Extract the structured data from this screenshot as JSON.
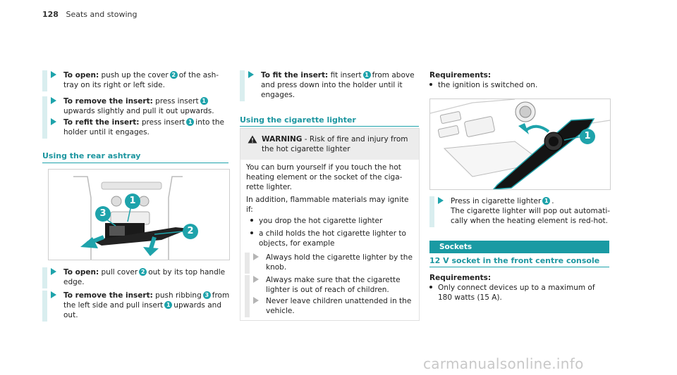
{
  "page": {
    "number": "128",
    "section": "Seats and stowing"
  },
  "col1": {
    "steps": [
      {
        "lead": "To open:",
        "parts": [
          "push up the cover",
          "2",
          "of the ash-",
          "tray on its right or left side."
        ]
      },
      {
        "lead": "To remove the insert:",
        "parts": [
          "press insert",
          "1",
          "upwards slightly and pull it out upwards."
        ]
      },
      {
        "lead": "To refit the insert:",
        "parts": [
          "press insert",
          "1",
          "into the",
          "holder until it engages."
        ]
      }
    ],
    "heading": "Using the rear ashtray",
    "figure_callouts": [
      "1",
      "2",
      "3"
    ],
    "steps2": [
      {
        "lead": "To open:",
        "parts": [
          "pull cover",
          "2",
          "out by its top handle",
          "edge."
        ]
      },
      {
        "lead": "To remove the insert:",
        "parts": [
          "push ribbing",
          "3",
          "from",
          "the left side and pull insert",
          "1",
          "upwards and",
          "out."
        ]
      }
    ]
  },
  "col2": {
    "step": {
      "lead": "To fit the insert:",
      "parts": [
        "fit insert",
        "1",
        "from above",
        "and press down into the holder until it",
        "engages."
      ]
    },
    "heading": "Using the cigarette lighter",
    "warning": {
      "label": "WARNING",
      "title": "- Risk of fire and injury from",
      "title2": "the hot cigarette lighter",
      "p1": [
        "You can burn yourself if you touch the hot",
        "heating element or the socket of the ciga-",
        "rette lighter."
      ],
      "p2": [
        "In addition, flammable materials may ignite",
        "if:"
      ],
      "bullets": [
        [
          "you drop the hot cigarette lighter"
        ],
        [
          "a child holds the hot cigarette lighter to",
          "objects, for example"
        ]
      ],
      "steps": [
        [
          "Always hold the cigarette lighter by the",
          "knob."
        ],
        [
          "Always make sure that the cigarette",
          "lighter is out of reach of children."
        ],
        [
          "Never leave children unattended in the",
          "vehicle."
        ]
      ]
    }
  },
  "col3": {
    "req_label": "Requirements:",
    "req_item": "the ignition is switched on.",
    "figure_callouts": [
      "1"
    ],
    "step": {
      "parts": [
        "Press in cigarette lighter",
        "1",
        ".",
        "The cigarette lighter will pop out automati-",
        "cally when the heating element is red-hot."
      ]
    },
    "section_bar": "Sockets",
    "heading": "12 V socket in the front centre console",
    "req2_label": "Requirements:",
    "req2_item": [
      "Only connect devices up to a maximum of",
      "180 watts (15 A)."
    ]
  },
  "watermark": "carmanualsonline.info",
  "colors": {
    "accent": "#1ea3ab",
    "step_bar": "#d9eeef"
  },
  "icons": {
    "step": "arrow-right-icon",
    "warning": "warning-triangle-icon"
  }
}
